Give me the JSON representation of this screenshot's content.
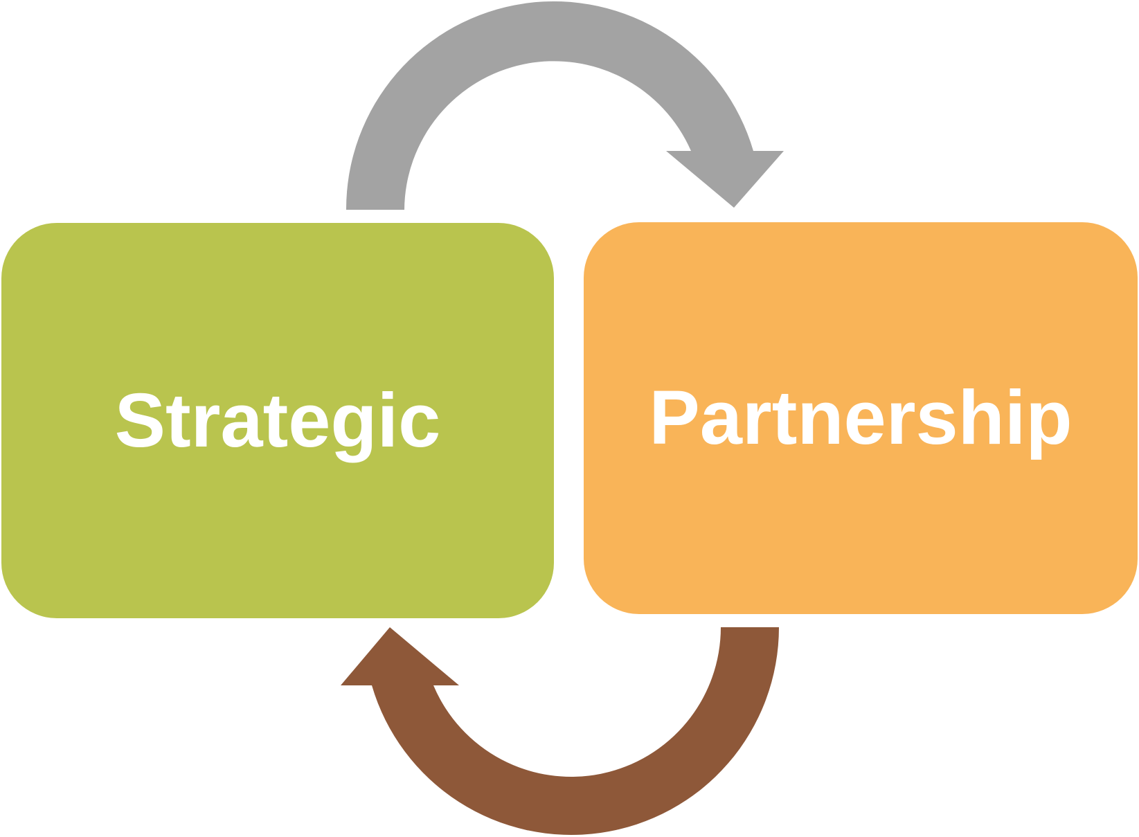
{
  "diagram": {
    "type": "cycle",
    "background": "#ffffff",
    "nodes": [
      {
        "label": "Strategic",
        "color": "#b9c44e",
        "text_color": "#ffffff"
      },
      {
        "label": "Partnership",
        "color": "#f9b458",
        "text_color": "#ffffff"
      }
    ],
    "arrows": [
      {
        "id": "top",
        "from": "Strategic",
        "to": "Partnership",
        "color": "#a3a3a3"
      },
      {
        "id": "bottom",
        "from": "Partnership",
        "to": "Strategic",
        "color": "#8e5839"
      }
    ]
  }
}
